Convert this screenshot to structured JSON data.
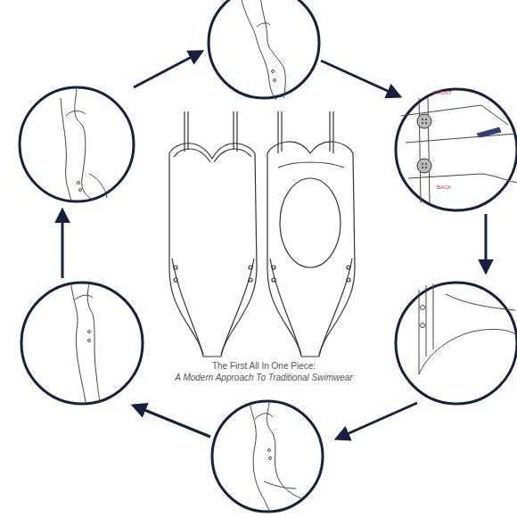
{
  "diagram": {
    "caption": "The First All In One Piece:",
    "labels": [
      "A Modern Approach To Traditional Swimwear",
      "FRONT",
      "BACK"
    ]
  }
}
